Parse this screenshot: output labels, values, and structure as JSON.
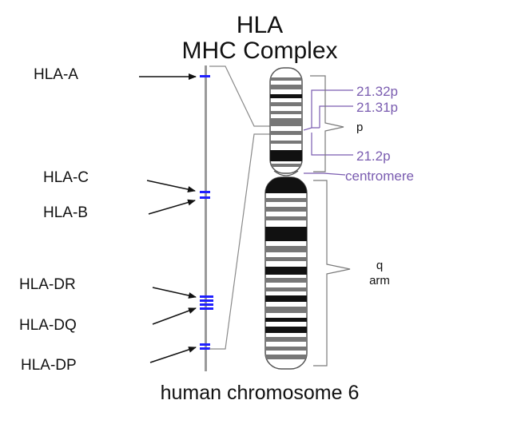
{
  "title": {
    "line1": "HLA",
    "line2": "MHC Complex"
  },
  "genes": [
    {
      "label": "HLA-A"
    },
    {
      "label": "HLA-C"
    },
    {
      "label": "HLA-B"
    },
    {
      "label": "HLA-DR"
    },
    {
      "label": "HLA-DQ"
    },
    {
      "label": "HLA-DP"
    }
  ],
  "bands": {
    "b1": "21.32p",
    "b2": "21.31p",
    "b3": "21.2p",
    "centromere": "centromere"
  },
  "arms": {
    "p": "p",
    "q_line1": "q",
    "q_line2": "arm"
  },
  "caption": "human chromosome 6",
  "colors": {
    "gene_marker": "#2020ff",
    "band_label": "#7a5cb0",
    "line": "#888888",
    "dark_band": "#111111",
    "mid_band": "#777777"
  }
}
